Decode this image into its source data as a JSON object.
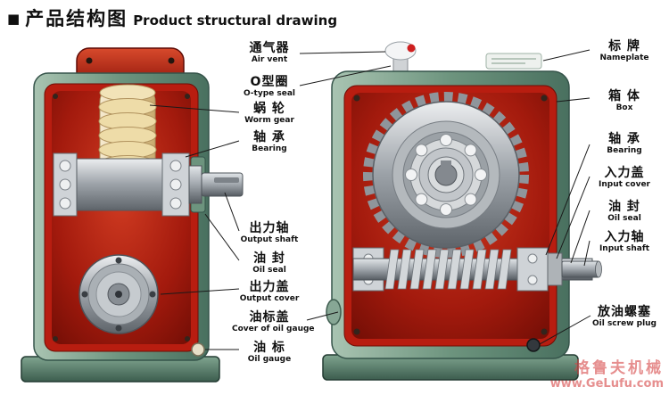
{
  "title": {
    "bullet": "■",
    "zh": "产品结构图",
    "en": "Product structural drawing"
  },
  "labels": {
    "center": [
      {
        "id": "air-vent",
        "zh": "通气器",
        "en": "Air vent"
      },
      {
        "id": "o-type-seal",
        "zh": "O型圈",
        "en": "O-type seal"
      },
      {
        "id": "worm-gear",
        "zh": "蜗 轮",
        "en": "Worm gear"
      },
      {
        "id": "bearing-left",
        "zh": "轴 承",
        "en": "Bearing"
      },
      {
        "id": "output-shaft",
        "zh": "出力轴",
        "en": "Output shaft"
      },
      {
        "id": "oil-seal-left",
        "zh": "油 封",
        "en": "Oil seal"
      },
      {
        "id": "output-cover",
        "zh": "出力盖",
        "en": "Output cover"
      },
      {
        "id": "cover-of-oil-gauge",
        "zh": "油标盖",
        "en": "Cover of oil gauge"
      },
      {
        "id": "oil-gauge",
        "zh": "油 标",
        "en": "Oil gauge"
      }
    ],
    "right": [
      {
        "id": "nameplate",
        "zh": "标 牌",
        "en": "Nameplate"
      },
      {
        "id": "box",
        "zh": "箱 体",
        "en": "Box"
      },
      {
        "id": "bearing-right",
        "zh": "轴 承",
        "en": "Bearing"
      },
      {
        "id": "input-cover",
        "zh": "入力盖",
        "en": "Input cover"
      },
      {
        "id": "oil-seal-right",
        "zh": "油 封",
        "en": "Oil seal"
      },
      {
        "id": "input-shaft",
        "zh": "入力轴",
        "en": "Input shaft"
      },
      {
        "id": "oil-screw-plug",
        "zh": "放油螺塞",
        "en": "Oil screw plug"
      }
    ]
  },
  "watermark": {
    "zh": "格鲁夫机械",
    "url": "www.GeLufu.com"
  },
  "colors": {
    "body_green": "#6d947e",
    "interior_red": "#9c150c",
    "worm_gear_cream": "#eedca8",
    "metal_gray": "#b4b9bd",
    "vent_dot_red": "#cf1f1f",
    "watermark_red": "#d64848",
    "text": "#101010"
  }
}
